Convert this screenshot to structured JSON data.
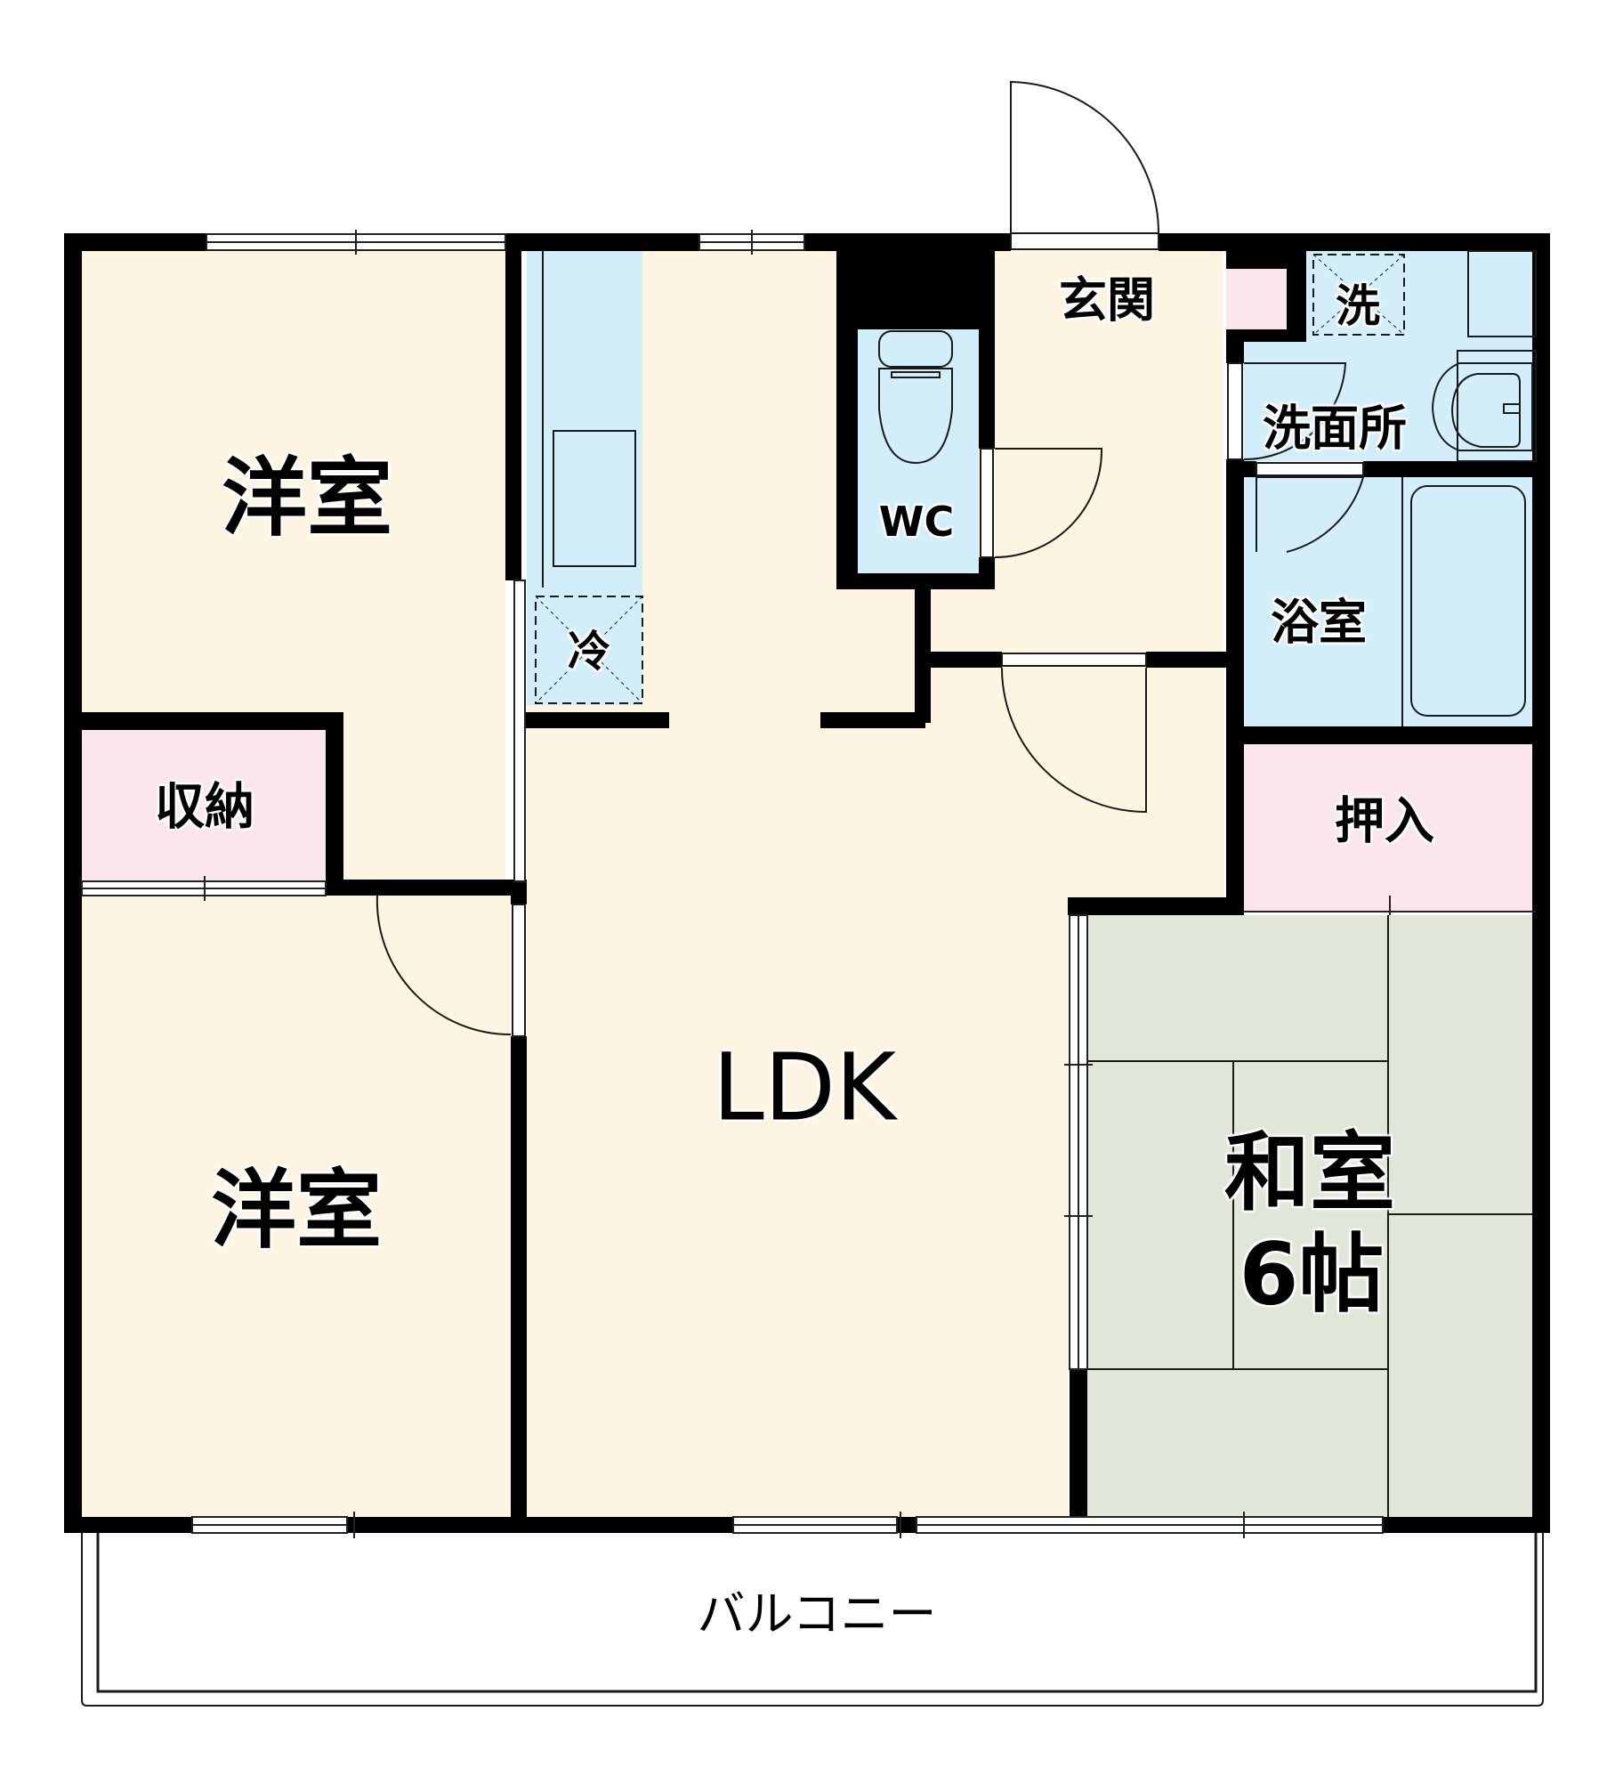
{
  "floorplan": {
    "colors": {
      "wall": "#000000",
      "western_room_floor": "#fdf5e2",
      "storage_floor": "#fbe6ee",
      "wet_area_floor": "#d2eefa",
      "tatami_floor": "#e0e6d8",
      "balcony_floor": "#ffffff",
      "fixture_line": "#1a1a1a"
    },
    "rooms": [
      {
        "id": "western-room-1",
        "label": "洋室"
      },
      {
        "id": "western-room-2",
        "label": "洋室"
      },
      {
        "id": "storage",
        "label": "収納"
      },
      {
        "id": "ldk",
        "label": "LDK"
      },
      {
        "id": "entrance",
        "label": "玄関"
      },
      {
        "id": "toilet",
        "label": "WC"
      },
      {
        "id": "washroom",
        "label": "洗面所"
      },
      {
        "id": "washer-space",
        "label": "洗"
      },
      {
        "id": "bathroom",
        "label": "浴室"
      },
      {
        "id": "closet",
        "label": "押入"
      },
      {
        "id": "japanese-room",
        "label": "和室",
        "size": "6帖"
      },
      {
        "id": "fridge-space",
        "label": "冷"
      },
      {
        "id": "balcony",
        "label": "バルコニー"
      }
    ]
  }
}
